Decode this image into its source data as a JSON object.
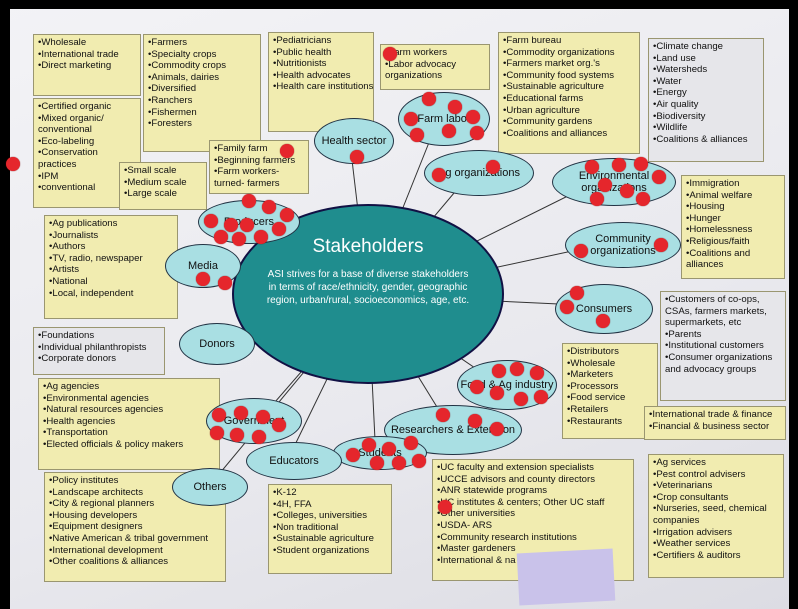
{
  "center": {
    "title": "Stakeholders",
    "text": "ASI strives for a base of diverse stakeholders in terms of race/ethnicity, gender, geographic region, urban/rural, socioeconomics, age, etc."
  },
  "hubs": {
    "health": "Health sector",
    "farm_labor": "Farm labor",
    "ag_orgs": "Ag organizations",
    "environmental": "Environmental organizations",
    "community": "Community organizations",
    "consumers": "Consumers",
    "food_ag": "Food & Ag industry",
    "researchers": "Researchers & Extension",
    "students": "Students",
    "educators": "Educators",
    "others": "Others",
    "government": "Government",
    "donors": "Donors",
    "media": "Media",
    "producers": "Producers"
  },
  "notes": {
    "n1": [
      "•Wholesale",
      "•International trade",
      "•Direct marketing"
    ],
    "n2": [
      "•Farmers",
      "•Specialty crops",
      "•Commodity crops",
      "•Animals, dairies",
      "•Diversified",
      "•Ranchers",
      "•Fishermen",
      "•Foresters"
    ],
    "n3": [
      "•Pediatricians",
      "•Public health",
      "•Nutritionists",
      "•Health advocates",
      "•Health care institutions"
    ],
    "n4": [
      "•Farm workers",
      "•Labor advocacy organizations"
    ],
    "n5": [
      "•Farm bureau",
      "•Commodity organizations",
      "•Farmers market org.'s",
      "•Community food systems",
      "•Sustainable agriculture",
      "•Educational farms",
      "•Urban agriculture",
      "•Community gardens",
      "•Coalitions and alliances"
    ],
    "n6": [
      "•Climate change",
      "•Land use",
      "•Watersheds",
      "•Water",
      "•Energy",
      "•Air quality",
      "•Biodiversity",
      "•Wildlife",
      "•Coalitions & alliances"
    ],
    "n7": [
      "•Certified organic",
      "•Mixed organic/ conventional",
      "•Eco-labeling",
      "•Conservation practices",
      "•IPM",
      "•conventional"
    ],
    "n8": [
      "•Small scale",
      "•Medium scale",
      "•Large scale"
    ],
    "n9": [
      "•Family farm",
      "•Beginning farmers",
      "•Farm workers-turned- farmers"
    ],
    "n10": [
      "•Immigration",
      "•Animal welfare",
      "•Housing",
      "•Hunger",
      "•Homelessness",
      "•Religious/faith",
      "•Coalitions and alliances"
    ],
    "n11": [
      "•Ag publications",
      "•Journalists",
      "•Authors",
      "•TV, radio, newspaper",
      "•Artists",
      "•National",
      "•Local, independent"
    ],
    "n12": [
      "•Customers of co-ops, CSAs, farmers markets, supermarkets, etc",
      "•Parents",
      "•Institutional customers",
      "•Consumer organizations and advocacy groups"
    ],
    "n13": [
      "•Foundations",
      "•Individual philanthropists",
      "•Corporate donors"
    ],
    "n14": [
      "•Distributors",
      "•Wholesale",
      "•Marketers",
      "•Processors",
      "•Food service",
      "•Retailers",
      "•Restaurants"
    ],
    "n15": [
      "•Ag agencies",
      "•Environmental agencies",
      "•Natural resources agencies",
      "•Health agencies",
      "•Transportation",
      "•Elected officials & policy makers"
    ],
    "n16": [
      "•International trade & finance",
      "•Financial & business sector"
    ],
    "n17": [
      "•UC faculty and extension specialists",
      "•UCCE advisors and county directors",
      "•ANR statewide programs",
      "•UC institutes & centers; Other UC staff",
      "•Other universities",
      "•USDA- ARS",
      "•Community research institutions",
      "•Master gardeners",
      "•International & na"
    ],
    "n18": [
      "•Ag services",
      "•Pest control advisers",
      "•Veterinarians",
      "•Crop consultants",
      "•Nurseries, seed, chemical companies",
      "•Irrigation advisers",
      "•Weather services",
      "•Certifiers & auditors"
    ],
    "n19": [
      "•Policy institutes",
      "•Landscape architects",
      "•City & regional planners",
      "•Housing developers",
      "•Equipment designers",
      "•Native American & tribal government",
      "•International development",
      "•Other coalitions & alliances"
    ],
    "n20": [
      "•K-12",
      "•4H, FFA",
      "•Colleges, universities",
      "•Non traditional",
      "•Sustainable agriculture",
      "•Student organizations"
    ]
  },
  "colors": {
    "hub": "#a9dfe3",
    "center": "#1f8d8e",
    "note": "#f1ecb0",
    "dot": "#e5262c"
  }
}
